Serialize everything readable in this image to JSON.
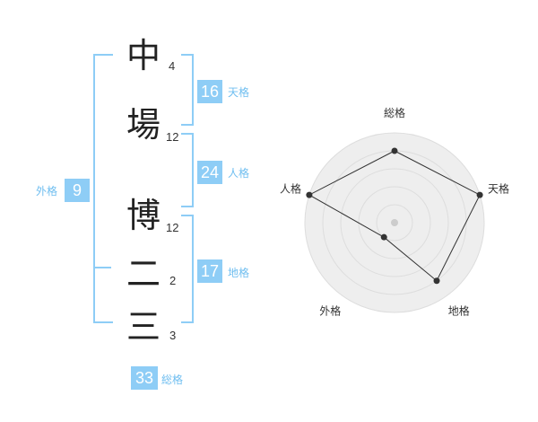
{
  "name": {
    "chars": [
      {
        "char": "中",
        "strokes": "4"
      },
      {
        "char": "場",
        "strokes": "12"
      },
      {
        "char": "博",
        "strokes": "12"
      },
      {
        "char": "二",
        "strokes": "2"
      },
      {
        "char": "三",
        "strokes": "3"
      }
    ]
  },
  "fortune": {
    "tenkaku": {
      "value": "16",
      "label": "天格"
    },
    "jinkaku": {
      "value": "24",
      "label": "人格"
    },
    "chikaku": {
      "value": "17",
      "label": "地格"
    },
    "gaikaku": {
      "value": "9",
      "label": "外格"
    },
    "soukaku": {
      "value": "33",
      "label": "総格"
    }
  },
  "chart_data": {
    "type": "radar",
    "axes": [
      "総格",
      "天格",
      "地格",
      "外格",
      "人格"
    ],
    "values": [
      4,
      5,
      4,
      1,
      5
    ],
    "max": 5,
    "levels": 5
  },
  "colors": {
    "accent": "#8ecdf6",
    "label": "#6fbef0",
    "radar_fill": "#eeeeee",
    "radar_grid": "#dddddd",
    "radar_line": "#333333"
  }
}
